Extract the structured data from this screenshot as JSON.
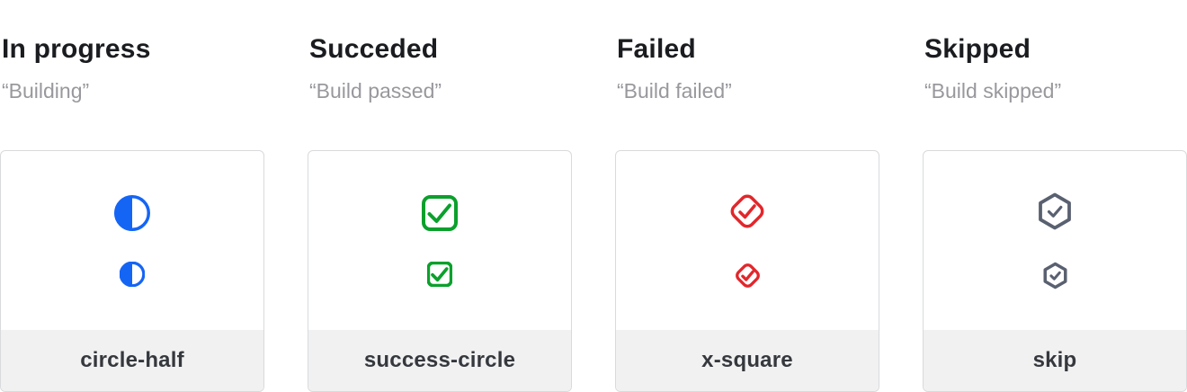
{
  "legend": {
    "columns": [
      {
        "title": "In progress",
        "quote": "“Building”",
        "icon": "circle-half-icon",
        "label": "circle-half",
        "accent": "#1565f5"
      },
      {
        "title": "Succeded",
        "quote": "“Build passed”",
        "icon": "success-circle-icon",
        "label": "success-circle",
        "accent": "#0ba02c"
      },
      {
        "title": "Failed",
        "quote": "“Build failed”",
        "icon": "x-square-icon",
        "label": "x-square",
        "accent": "#e2262b"
      },
      {
        "title": "Skipped",
        "quote": "“Build skipped”",
        "icon": "skip-icon",
        "label": "skip",
        "accent": "#596070"
      }
    ]
  }
}
